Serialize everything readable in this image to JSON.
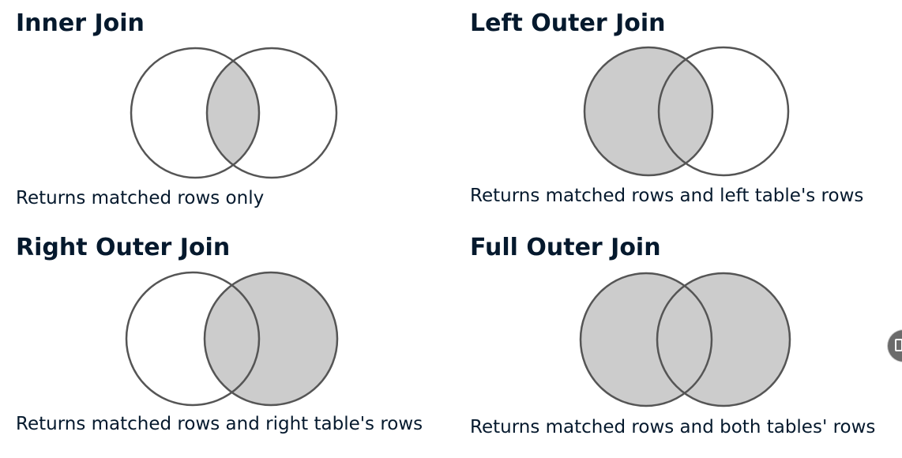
{
  "panels": [
    {
      "title": "Inner Join",
      "caption": "Returns matched rows only",
      "shade_left": false,
      "shade_right": false,
      "shade_overlap": true
    },
    {
      "title": "Left Outer Join",
      "caption": "Returns matched rows and left table's rows",
      "shade_left": true,
      "shade_right": false,
      "shade_overlap": true
    },
    {
      "title": "Right Outer Join",
      "caption": "Returns matched rows and right table's rows",
      "shade_left": false,
      "shade_right": true,
      "shade_overlap": true
    },
    {
      "title": "Full Outer Join",
      "caption": "Returns matched rows and both tables' rows",
      "shade_left": true,
      "shade_right": true,
      "shade_overlap": true
    }
  ],
  "colors": {
    "fill": "#cccccc",
    "stroke": "#555555",
    "text": "#05192d"
  },
  "side_widget": {
    "icon": "chat-widget-icon"
  }
}
